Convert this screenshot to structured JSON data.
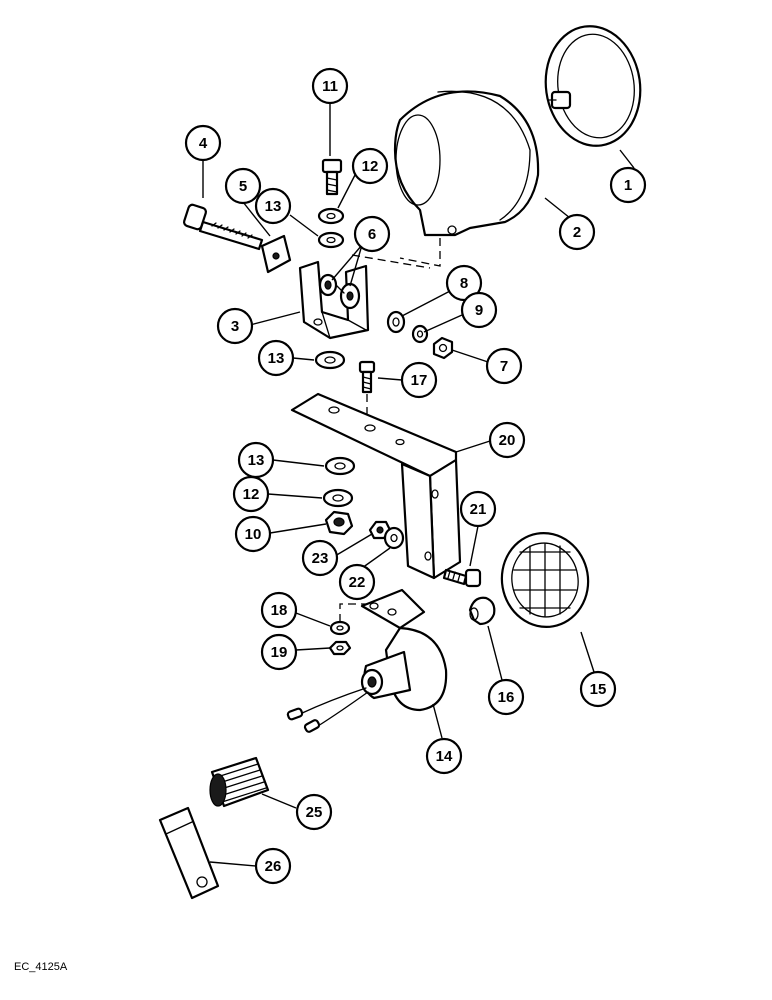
{
  "drawing_code": "EC_4125A",
  "callouts": [
    {
      "id": "1",
      "part": "work-lamp-lens"
    },
    {
      "id": "2",
      "part": "work-lamp-housing"
    },
    {
      "id": "3",
      "part": "lamp-bracket"
    },
    {
      "id": "4",
      "part": "bolt"
    },
    {
      "id": "5",
      "part": "clip"
    },
    {
      "id": "6",
      "part": "rubber-mount"
    },
    {
      "id": "7",
      "part": "nut"
    },
    {
      "id": "8",
      "part": "washer"
    },
    {
      "id": "9",
      "part": "lock-washer"
    },
    {
      "id": "10",
      "part": "nut"
    },
    {
      "id": "11",
      "part": "bolt"
    },
    {
      "id": "12",
      "part": "washer"
    },
    {
      "id": "12",
      "part": "washer"
    },
    {
      "id": "13",
      "part": "washer"
    },
    {
      "id": "13",
      "part": "washer"
    },
    {
      "id": "13",
      "part": "washer"
    },
    {
      "id": "14",
      "part": "horn"
    },
    {
      "id": "15",
      "part": "lamp-rim"
    },
    {
      "id": "16",
      "part": "bulb"
    },
    {
      "id": "17",
      "part": "bolt"
    },
    {
      "id": "18",
      "part": "washer"
    },
    {
      "id": "19",
      "part": "nut"
    },
    {
      "id": "20",
      "part": "mounting-bracket"
    },
    {
      "id": "21",
      "part": "bolt"
    },
    {
      "id": "22",
      "part": "washer"
    },
    {
      "id": "23",
      "part": "nut"
    },
    {
      "id": "25",
      "part": "spring"
    },
    {
      "id": "26",
      "part": "strap"
    }
  ]
}
